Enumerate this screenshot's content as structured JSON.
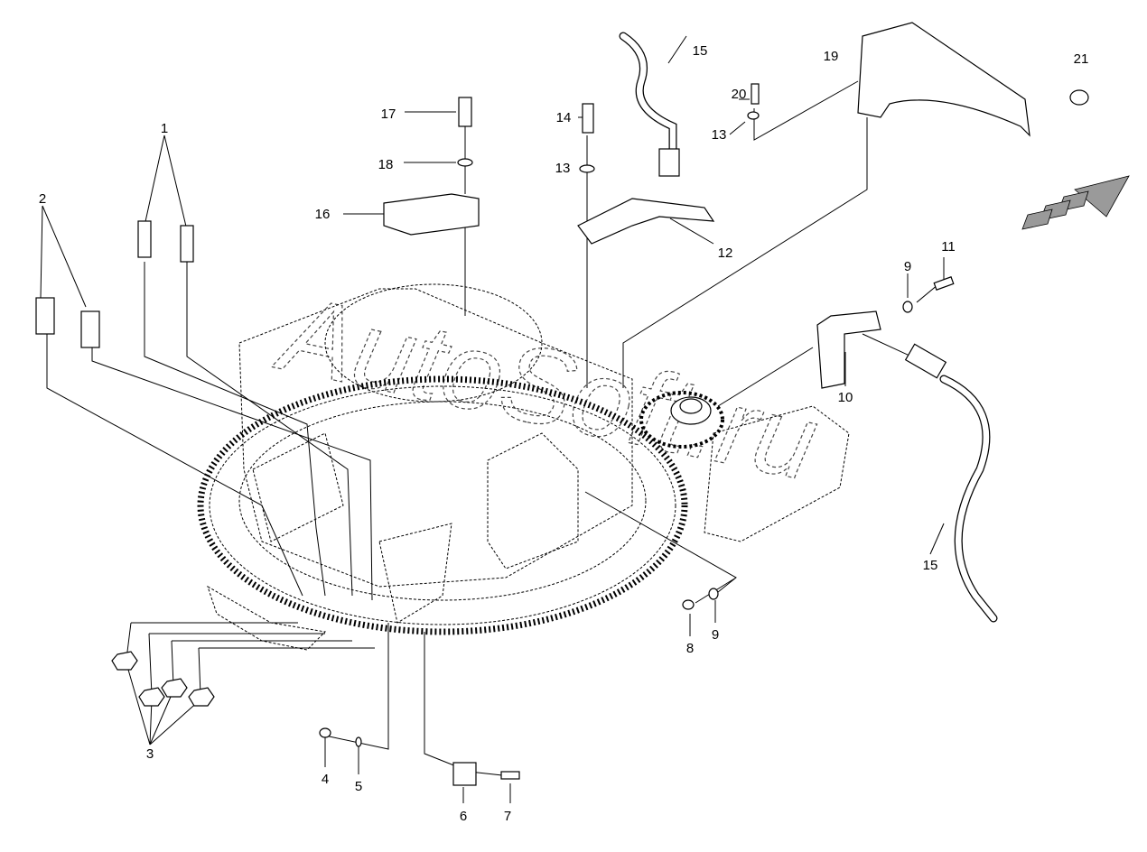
{
  "diagram": {
    "watermark": "AutoSoft.ru",
    "callouts": {
      "c1": "1",
      "c2": "2",
      "c3": "3",
      "c4": "4",
      "c5": "5",
      "c6": "6",
      "c7": "7",
      "c8": "8",
      "c9a": "9",
      "c9b": "9",
      "c10": "10",
      "c11": "11",
      "c12": "12",
      "c13a": "13",
      "c13b": "13",
      "c14": "14",
      "c15a": "15",
      "c15b": "15",
      "c16": "16",
      "c17": "17",
      "c18": "18",
      "c19": "19",
      "c20": "20",
      "c21": "21"
    },
    "direction_arrow_icon": "front-direction-arrow",
    "colors": {
      "line": "#000000",
      "background": "#ffffff",
      "arrow_fill": "#9a9a9a"
    }
  }
}
